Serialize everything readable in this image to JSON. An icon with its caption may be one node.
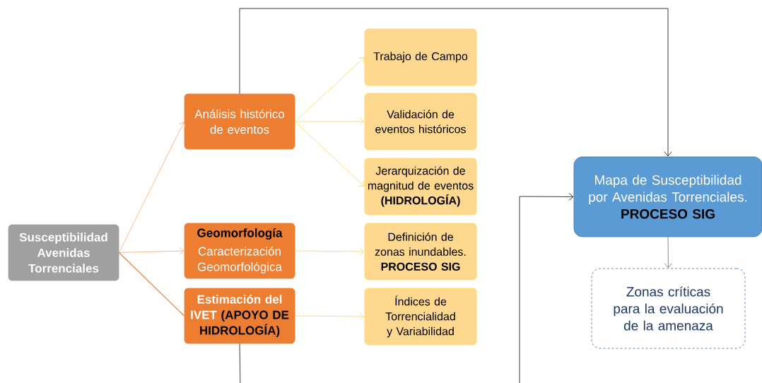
{
  "diagram": {
    "nodes": [
      {
        "text": [
          "Susceptibilidad Avenidas Torrenciales"
        ]
      },
      {
        "text": [
          "Análisis histórico de eventos"
        ]
      },
      {
        "text": [
          "Geomorfología",
          "Caracterización Geomorfológica"
        ]
      },
      {
        "text": [
          "Estimación del IVET",
          "(APOYO DE HIDROLOGÍA)"
        ]
      },
      {
        "text": [
          "Trabajo de Campo"
        ]
      },
      {
        "text": [
          "Validación de eventos históricos"
        ]
      },
      {
        "text": [
          "Jerarquización de magnitud de eventos",
          "(HIDROLOGÍA)"
        ]
      },
      {
        "text": [
          "Definición de zonas inundables.",
          "PROCESO SIG"
        ]
      },
      {
        "text": [
          "Índices de Torrencialidad y Variabilidad"
        ]
      },
      {
        "text": [
          "Mapa de Susceptibilidad por Avenidas Torrenciales.",
          "PROCESO SIG"
        ]
      },
      {
        "text": [
          "Zonas críticas para la evaluación de la amenaza"
        ]
      }
    ],
    "edges": [
      {
        "from": 0,
        "to": 1,
        "arrow": "to",
        "color": "#f4b183"
      },
      {
        "from": 0,
        "to": 2,
        "arrow": "to",
        "color": "#f4b183"
      },
      {
        "from": 0,
        "to": 3,
        "arrow": "none",
        "color": "#ed7d31"
      },
      {
        "from": 1,
        "to": 4,
        "arrow": "to"
      },
      {
        "from": 1,
        "to": 5,
        "arrow": "to"
      },
      {
        "from": 1,
        "to": 6,
        "arrow": "to"
      },
      {
        "from": 2,
        "to": 7,
        "arrow": "to"
      },
      {
        "from": 3,
        "to": 8,
        "arrow": "to"
      },
      {
        "from": 1,
        "to": 9,
        "arrow": "to",
        "color": "#262626"
      },
      {
        "from": 3,
        "to": 9,
        "arrow": "to",
        "color": "#262626"
      },
      {
        "from": 9,
        "to": 10,
        "arrow": "to",
        "color": "#7f7f7f"
      }
    ]
  }
}
